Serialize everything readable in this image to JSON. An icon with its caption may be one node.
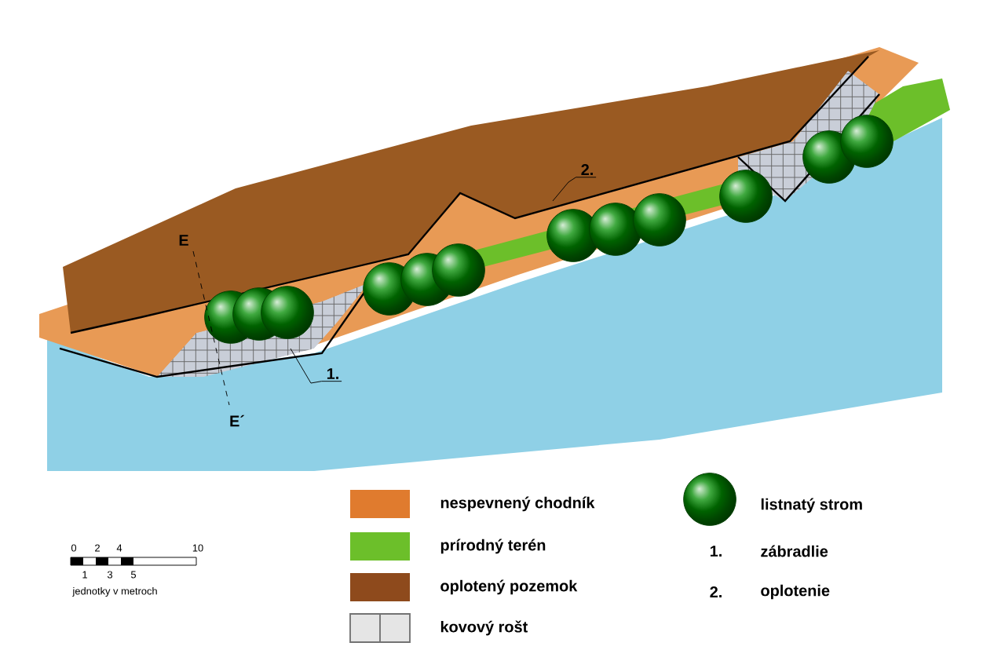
{
  "diagram": {
    "nodes": [
      {
        "text": [
          "1."
        ]
      },
      {
        "text": [
          "2."
        ]
      }
    ],
    "edges": [
      {
        "from": 0,
        "to": null,
        "arrow": "none"
      },
      {
        "from": 1,
        "to": null,
        "arrow": "none"
      }
    ],
    "labels": [
      "E",
      "E´",
      "0",
      "2",
      "4",
      "10",
      "1",
      "3",
      "5",
      "jednotky v metroch",
      "1.",
      "2."
    ],
    "legend": [
      {
        "text": "nespevnený chodník",
        "color": "#e07b2e"
      },
      {
        "text": "prírodný terén",
        "color": "#6cbf2a"
      },
      {
        "text": "oplotený pozemok",
        "color": "#8e4a1c"
      },
      {
        "text": "kovový rošt"
      },
      {
        "text": "listnatý strom"
      },
      {
        "text": "zábradlie"
      },
      {
        "text": "oplotenie"
      }
    ]
  }
}
